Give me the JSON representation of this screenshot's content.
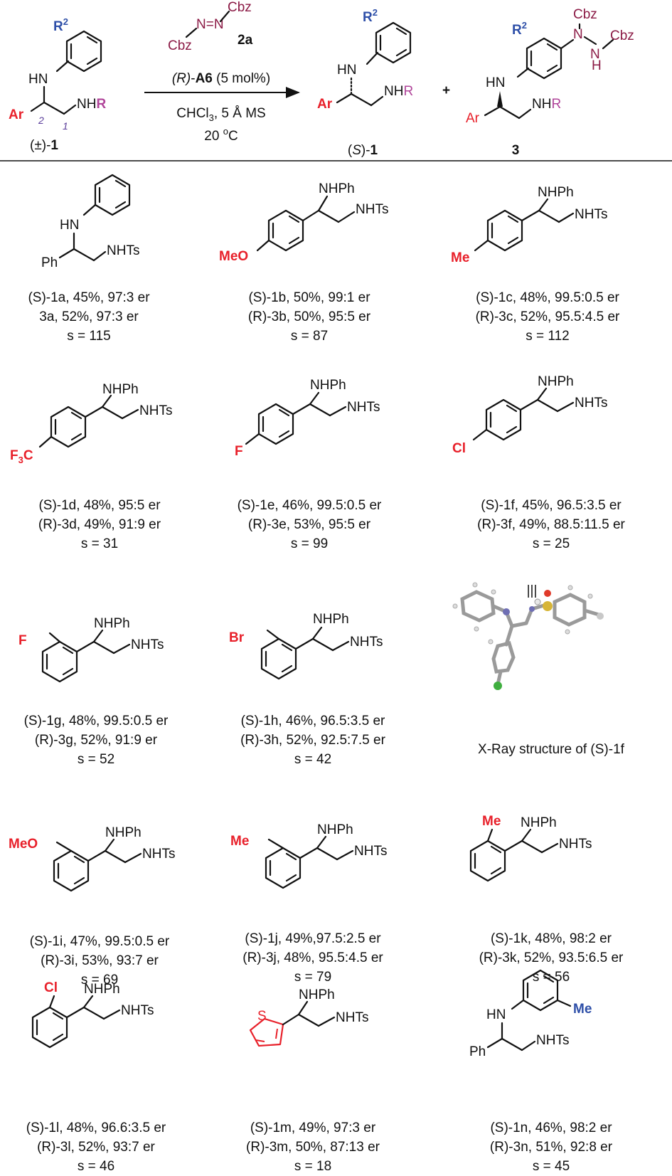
{
  "scheme": {
    "start_label": "(±)-1",
    "reagent_top": "N=N",
    "reagent_cbz": "Cbz",
    "reagent_label": "2a",
    "catalyst": "(R)-A6 (5 mol%)",
    "solvent": "CHCl3, 5 Å MS",
    "temperature": "20 °C",
    "product1_label": "(S)-1",
    "plus": "+",
    "product2_label": "3",
    "substituent_R2": "R2",
    "group_Ar": "Ar",
    "group_HN": "HN",
    "group_NHR": "NHR",
    "locant_1": "1",
    "locant_2": "2"
  },
  "substrates": [
    {
      "id": "1a",
      "ar": "Ph",
      "sub": "",
      "line1": "(S)-1a, 45%, 97:3 er",
      "line2": "3a, 52%, 97:3 er",
      "line3": "s = 115"
    },
    {
      "id": "1b",
      "sub": "MeO",
      "line1": "(S)-1b, 50%, 99:1 er",
      "line2": "(R)-3b, 50%, 95:5 er",
      "line3": "s = 87"
    },
    {
      "id": "1c",
      "sub": "Me",
      "line1": "(S)-1c, 48%, 99.5:0.5 er",
      "line2": "(R)-3c, 52%, 95.5:4.5 er",
      "line3": "s = 112"
    },
    {
      "id": "1d",
      "sub": "F3C",
      "line1": "(S)-1d, 48%, 95:5 er",
      "line2": "(R)-3d, 49%, 91:9 er",
      "line3": "s = 31"
    },
    {
      "id": "1e",
      "sub": "F",
      "line1": "(S)-1e, 46%, 99.5:0.5 er",
      "line2": "(R)-3e, 53%, 95:5 er",
      "line3": "s = 99"
    },
    {
      "id": "1f",
      "sub": "Cl",
      "line1": "(S)-1f, 45%, 96.5:3.5 er",
      "line2": "(R)-3f, 49%, 88.5:11.5 er",
      "line3": "s = 25"
    },
    {
      "id": "1g",
      "sub": "F",
      "line1": "(S)-1g, 48%, 99.5:0.5 er",
      "line2": "(R)-3g, 52%, 91:9 er",
      "line3": "s = 52"
    },
    {
      "id": "1h",
      "sub": "Br",
      "line1": "(S)-1h, 46%, 96.5:3.5 er",
      "line2": "(R)-3h, 52%, 92.5:7.5 er",
      "line3": "s = 42"
    },
    {
      "id": "1i",
      "sub": "MeO",
      "line1": "(S)-1i, 47%, 99.5:0.5 er",
      "line2": "(R)-3i, 53%, 93:7 er",
      "line3": "s = 69"
    },
    {
      "id": "1j",
      "sub": "Me",
      "line1": "(S)-1j, 49%,97.5:2.5 er",
      "line2": "(R)-3j, 48%, 95.5:4.5 er",
      "line3": "s = 79"
    },
    {
      "id": "1k",
      "sub": "Me",
      "line1": "(S)-1k, 48%, 98:2 er",
      "line2": "(R)-3k, 52%, 93.5:6.5 er",
      "line3": "s = 56"
    },
    {
      "id": "1l",
      "sub": "Cl",
      "line1": "(S)-1l, 48%, 96.6:3.5 er",
      "line2": "(R)-3l, 52%, 93:7 er",
      "line3": "s = 46"
    },
    {
      "id": "1m",
      "sub": "S",
      "line1": "(S)-1m, 49%, 97:3 er",
      "line2": "(R)-3m, 50%, 87:13 er",
      "line3": "s = 18"
    },
    {
      "id": "1n",
      "sub": "Me",
      "line1": "(S)-1n, 46%, 98:2 er",
      "line2": "(R)-3n, 51%, 92:8 er",
      "line3": "s = 45"
    }
  ],
  "labels": {
    "nhph": "NHPh",
    "nhts": "NHTs",
    "hn": "HN",
    "ph": "Ph",
    "xray_caption": "X-Ray structure of (S)-1f",
    "equals": "|||"
  },
  "colors": {
    "substituent": "#e8202a",
    "R2": "#2e4fa8",
    "R": "#b0459a",
    "cbz": "#8b1a45",
    "locant": "#5a3d9a"
  }
}
